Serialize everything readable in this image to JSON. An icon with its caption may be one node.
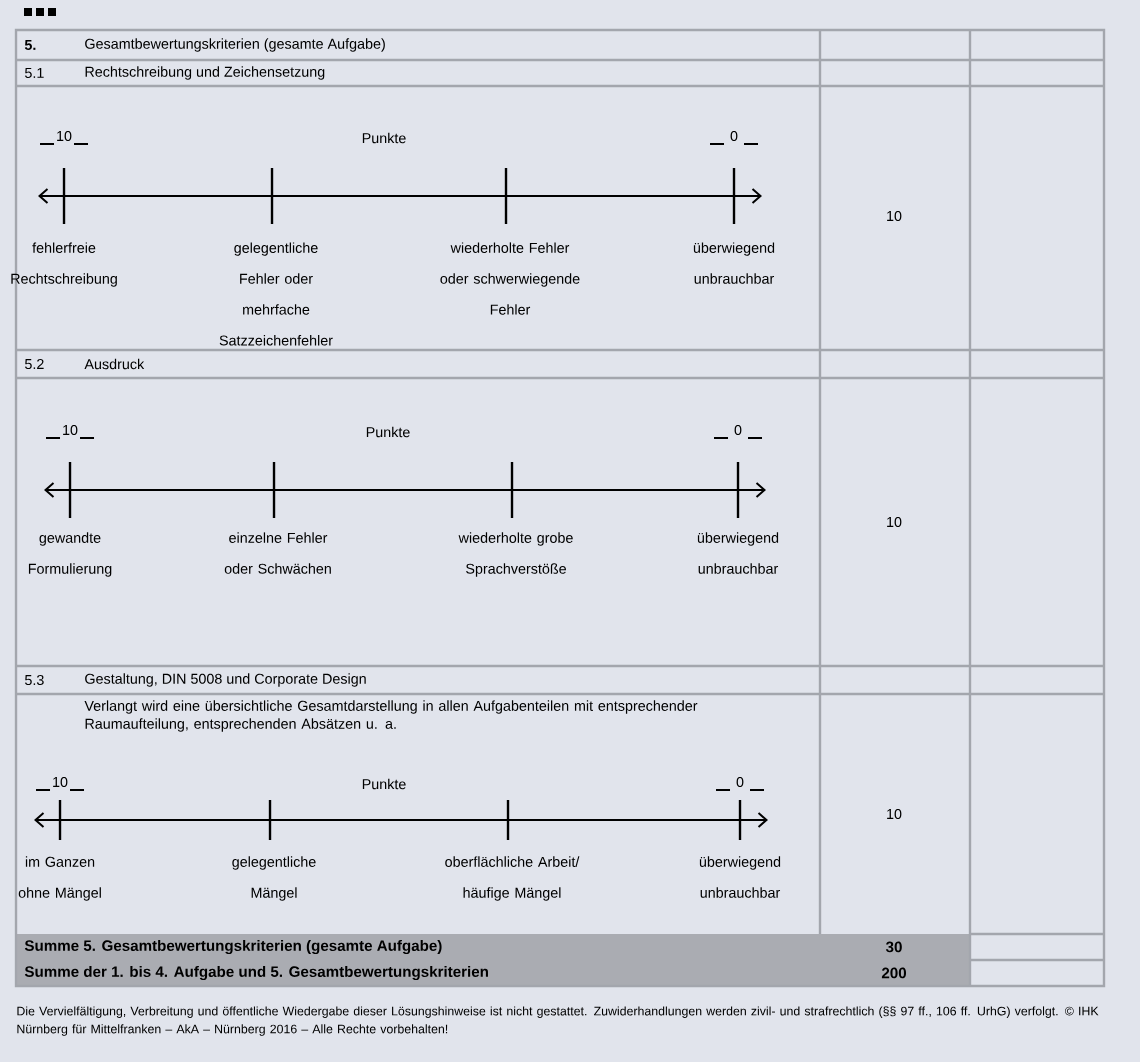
{
  "diagram": {
    "labels": [
      "5.",
      "Gesamtbewertungskriterien (gesamte Aufgabe)",
      "5.1",
      "Rechtschreibung und Zeichensetzung",
      "10",
      "Punkte",
      "0",
      "fehlerfreie Rechtschreibung",
      "gelegentliche Fehler oder mehrfache Satzzeichenfehler",
      "wiederholte Fehler oder schwerwiegende Fehler",
      "überwiegend unbrauchbar",
      "10",
      "5.2",
      "Ausdruck",
      "10",
      "Punkte",
      "0",
      "gewandte Formulierung",
      "einzelne Fehler oder Schwächen",
      "wiederholte grobe Sprachverstöße",
      "überwiegend unbrauchbar",
      "10",
      "5.3",
      "Gestaltung, DIN 5008 und Corporate Design",
      "Verlangt wird eine übersichtliche Gesamtdarstellung in allen Aufgabenteilen mit entsprechender Raumaufteilung, entsprechenden Absätzen u. a.",
      "10",
      "Punkte",
      "0",
      "im Ganzen ohne Mängel",
      "gelegentliche Mängel",
      "oberflächliche Arbeit/ häufige Mängel",
      "überwiegend unbrauchbar",
      "10",
      "Summe 5. Gesamtbewertungskriterien (gesamte Aufgabe)",
      "30",
      "Summe der 1. bis 4. Aufgabe und 5. Gesamtbewertungskriterien",
      "200",
      "Die Vervielfältigung, Verbreitung und öffentliche Wiedergabe dieser Lösungshinweise ist nicht gestattet. Zuwiderhandlungen werden zivil- und strafrechtlich (§§ 97 ff., 106 ff. UrhG) verfolgt. © IHK Nürnberg für Mittelfranken – AkA – Nürnberg 2016 – Alle Rechte vorbehalten!"
    ]
  }
}
